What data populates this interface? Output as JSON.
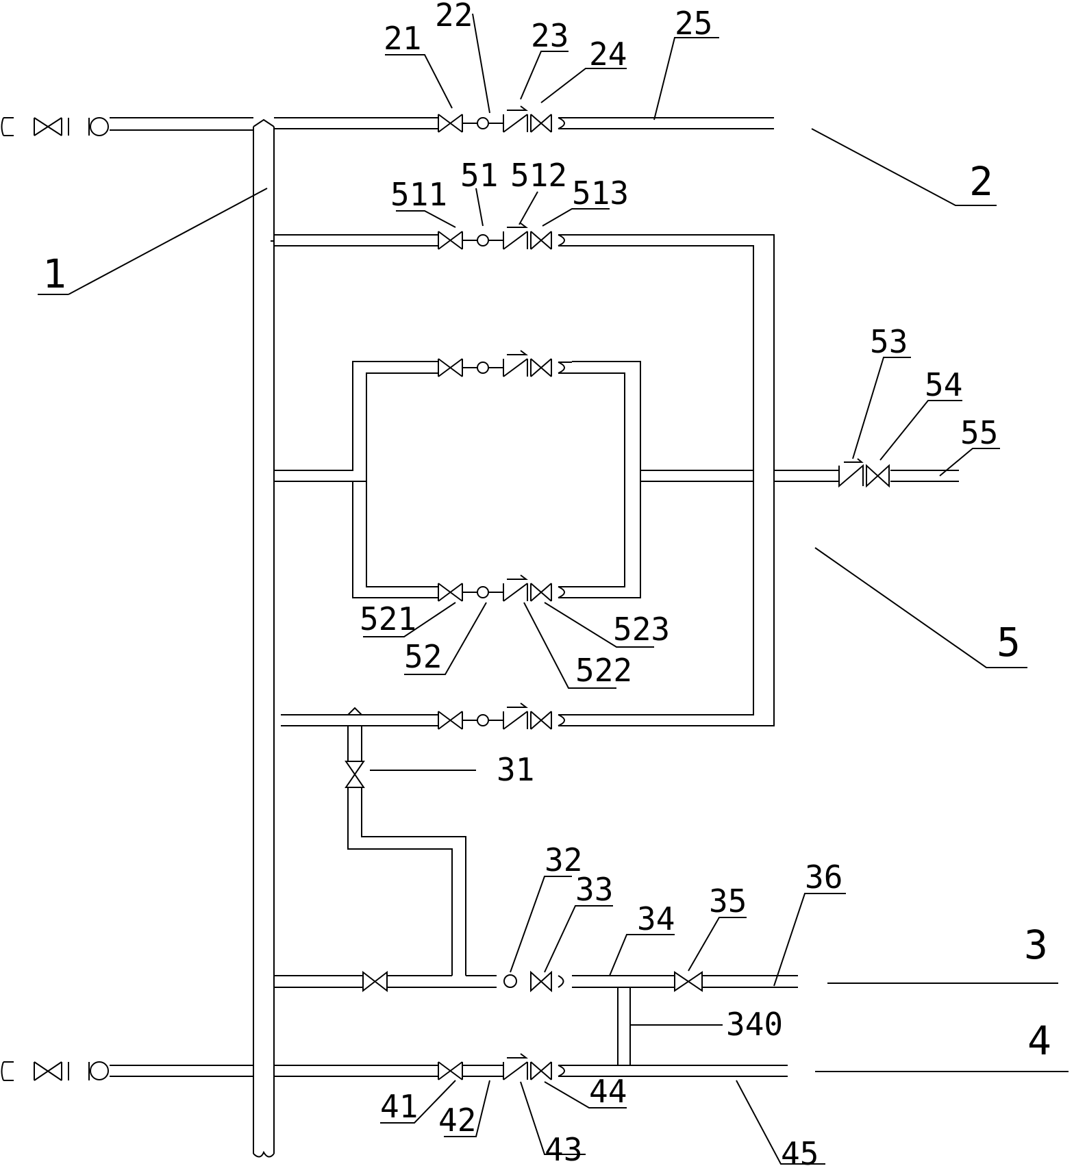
{
  "diagram": {
    "labels": {
      "l1": "1",
      "l2": "2",
      "l3": "3",
      "l4": "4",
      "l5": "5",
      "l21": "21",
      "l22": "22",
      "l23": "23",
      "l24": "24",
      "l25": "25",
      "l51": "51",
      "l511": "511",
      "l512": "512",
      "l513": "513",
      "l52": "52",
      "l521": "521",
      "l522": "522",
      "l523": "523",
      "l53": "53",
      "l54": "54",
      "l55": "55",
      "l31": "31",
      "l32": "32",
      "l33": "33",
      "l34": "34",
      "l340": "340",
      "l35": "35",
      "l36": "36",
      "l41": "41",
      "l42": "42",
      "l43": "43",
      "l44": "44",
      "l45": "45"
    }
  }
}
